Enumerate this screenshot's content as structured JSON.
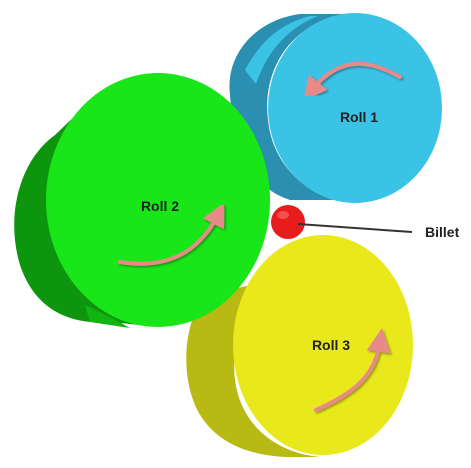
{
  "rolls": [
    {
      "id": "roll1",
      "label": "Roll 1",
      "face_color": "#3bc3e6",
      "side_color": "#2a8fb0",
      "dark_color": "#1f7896"
    },
    {
      "id": "roll2",
      "label": "Roll 2",
      "face_color": "#19e619",
      "side_color": "#12b412",
      "dark_color": "#0d960d"
    },
    {
      "id": "roll3",
      "label": "Roll 3",
      "face_color": "#e8e81b",
      "side_color": "#b9b914",
      "dark_color": "#a5a510"
    }
  ],
  "billet": {
    "label": "Billet",
    "color": "#e81c1c"
  },
  "arrow_color": "#e88a8a",
  "leader_color": "#333333",
  "icons": [
    "rotation-arrow-icon"
  ]
}
